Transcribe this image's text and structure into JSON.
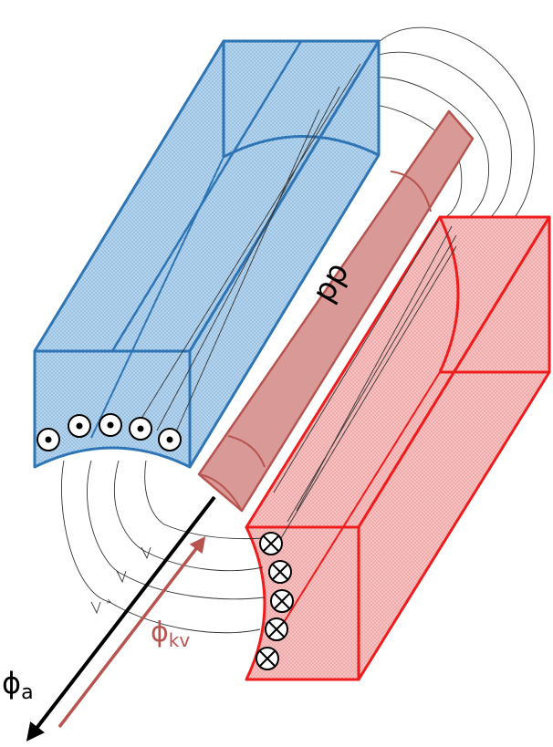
{
  "labels": {
    "pp": "pp",
    "phi_kv_symbol": "ϕ",
    "phi_kv_subscript": "kv",
    "phi_a_symbol": "ϕ",
    "phi_a_subscript": "a"
  },
  "colors": {
    "blue_stroke": "#2E75B6",
    "blue_fill": "#A9CCE8",
    "red_stroke": "#EE1C1C",
    "red_fill": "#F4B4B4",
    "pp_stroke": "#B85450",
    "pp_fill": "#D99A97",
    "arrow_kv": "#B85450",
    "arrow_a": "#000000",
    "field_lines": "#333333"
  },
  "conductors": {
    "blue_current_out_count": 5,
    "red_current_in_count": 5
  }
}
